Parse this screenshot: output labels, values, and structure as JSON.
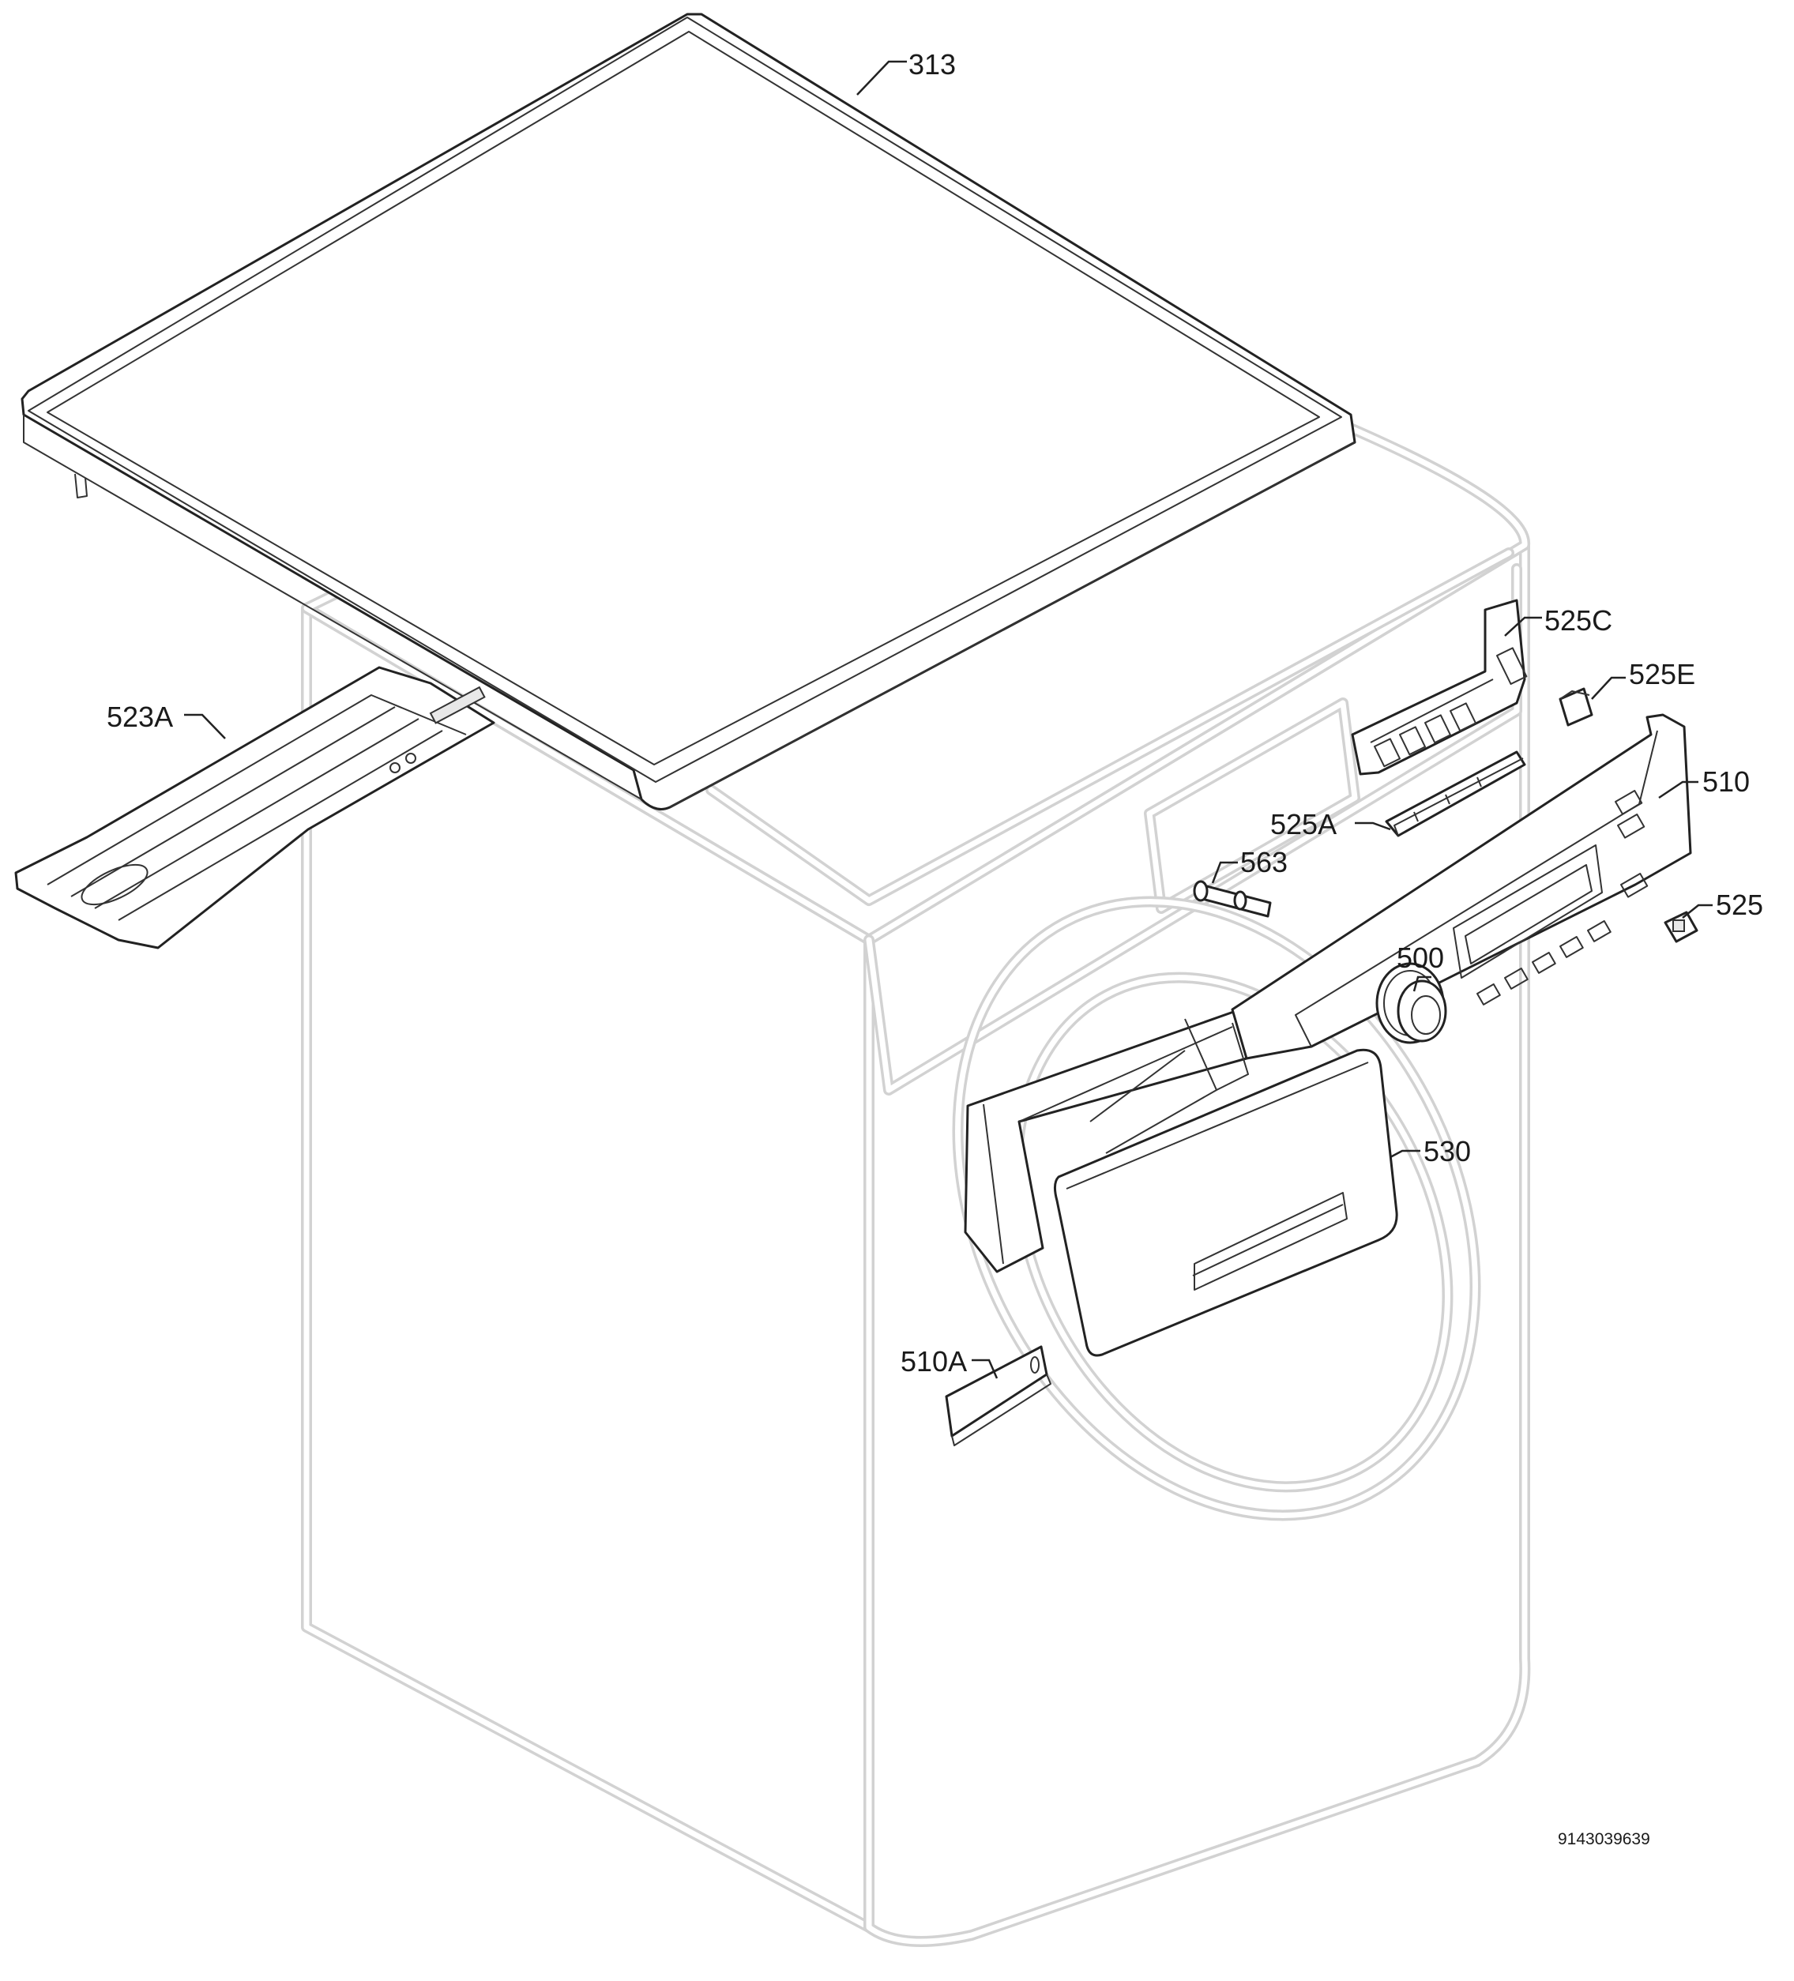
{
  "labels": {
    "lid": "313",
    "rail": "523A",
    "module_c": "525C",
    "module_e": "525E",
    "panel": "510",
    "buttons_a": "525A",
    "pin": "563",
    "switch": "525",
    "knob": "500",
    "drawer": "530",
    "plate": "510A"
  },
  "document_number": "9143039639"
}
